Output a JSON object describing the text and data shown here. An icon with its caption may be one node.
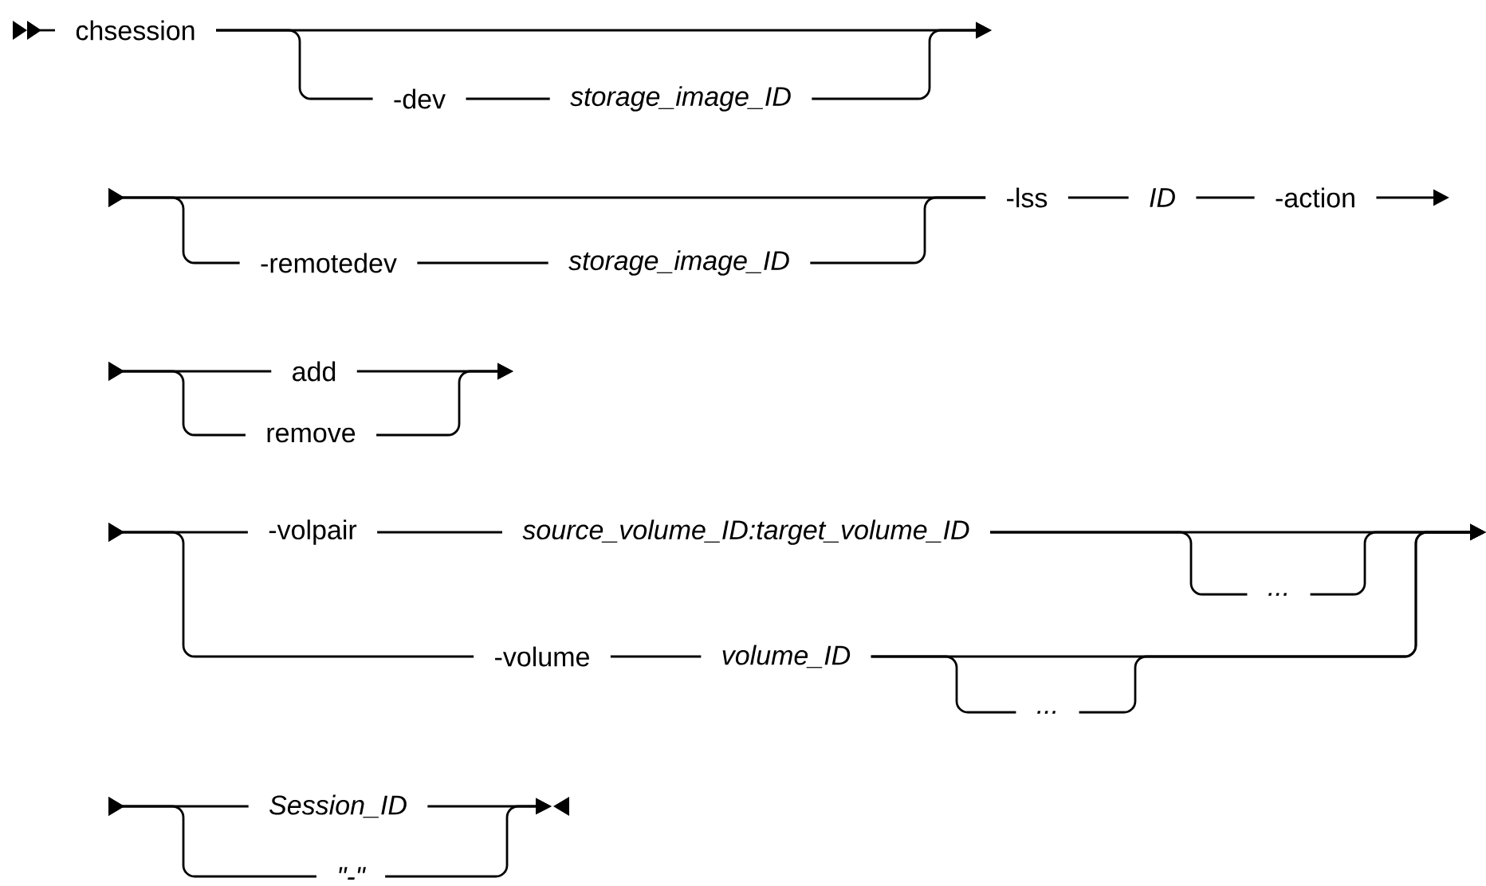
{
  "diagram": {
    "nodes": [
      {
        "text": [
          "chsession"
        ]
      },
      {
        "text": [
          "-dev"
        ]
      },
      {
        "text": [
          "storage_image_ID"
        ]
      },
      {
        "text": [
          "-remotedev"
        ]
      },
      {
        "text": [
          "storage_image_ID"
        ]
      },
      {
        "text": [
          "-lss"
        ]
      },
      {
        "text": [
          "ID"
        ]
      },
      {
        "text": [
          "-action"
        ]
      },
      {
        "text": [
          "add"
        ]
      },
      {
        "text": [
          "remove"
        ]
      },
      {
        "text": [
          "-volpair"
        ]
      },
      {
        "text": [
          "source_volume_ID:target_volume_ID"
        ]
      },
      {
        "text": [
          "..."
        ]
      },
      {
        "text": [
          "-volume"
        ]
      },
      {
        "text": [
          "volume_ID"
        ]
      },
      {
        "text": [
          "..."
        ]
      },
      {
        "text": [
          "Session_ID"
        ]
      },
      {
        "text": [
          "\"-\""
        ]
      }
    ],
    "edges": [
      {
        "from": 0,
        "to": 1,
        "arrow": "none"
      },
      {
        "from": 0,
        "to": null,
        "arrow": "to"
      },
      {
        "from": 1,
        "to": 2,
        "arrow": "none"
      },
      {
        "from": 2,
        "to": null,
        "arrow": "to"
      },
      {
        "from": null,
        "to": 5,
        "arrow": "to"
      },
      {
        "from": null,
        "to": 3,
        "arrow": "to"
      },
      {
        "from": 3,
        "to": 4,
        "arrow": "none"
      },
      {
        "from": 4,
        "to": 5,
        "arrow": "none"
      },
      {
        "from": 5,
        "to": 6,
        "arrow": "none"
      },
      {
        "from": 6,
        "to": 7,
        "arrow": "none"
      },
      {
        "from": 7,
        "to": null,
        "arrow": "to"
      },
      {
        "from": null,
        "to": 8,
        "arrow": "to"
      },
      {
        "from": null,
        "to": 9,
        "arrow": "to"
      },
      {
        "from": 8,
        "to": null,
        "arrow": "to"
      },
      {
        "from": 9,
        "to": null,
        "arrow": "to"
      },
      {
        "from": null,
        "to": 10,
        "arrow": "to"
      },
      {
        "from": null,
        "to": 13,
        "arrow": "to"
      },
      {
        "from": 10,
        "to": 11,
        "arrow": "none"
      },
      {
        "from": 11,
        "to": null,
        "arrow": "to"
      },
      {
        "from": 11,
        "to": 12,
        "arrow": "none"
      },
      {
        "from": 12,
        "to": null,
        "arrow": "to"
      },
      {
        "from": 13,
        "to": 14,
        "arrow": "none"
      },
      {
        "from": 14,
        "to": null,
        "arrow": "to"
      },
      {
        "from": 14,
        "to": 15,
        "arrow": "none"
      },
      {
        "from": 15,
        "to": null,
        "arrow": "to"
      },
      {
        "from": null,
        "to": 16,
        "arrow": "to"
      },
      {
        "from": null,
        "to": 17,
        "arrow": "to"
      },
      {
        "from": 16,
        "to": null,
        "arrow": "to"
      },
      {
        "from": 17,
        "to": null,
        "arrow": "to"
      }
    ]
  }
}
